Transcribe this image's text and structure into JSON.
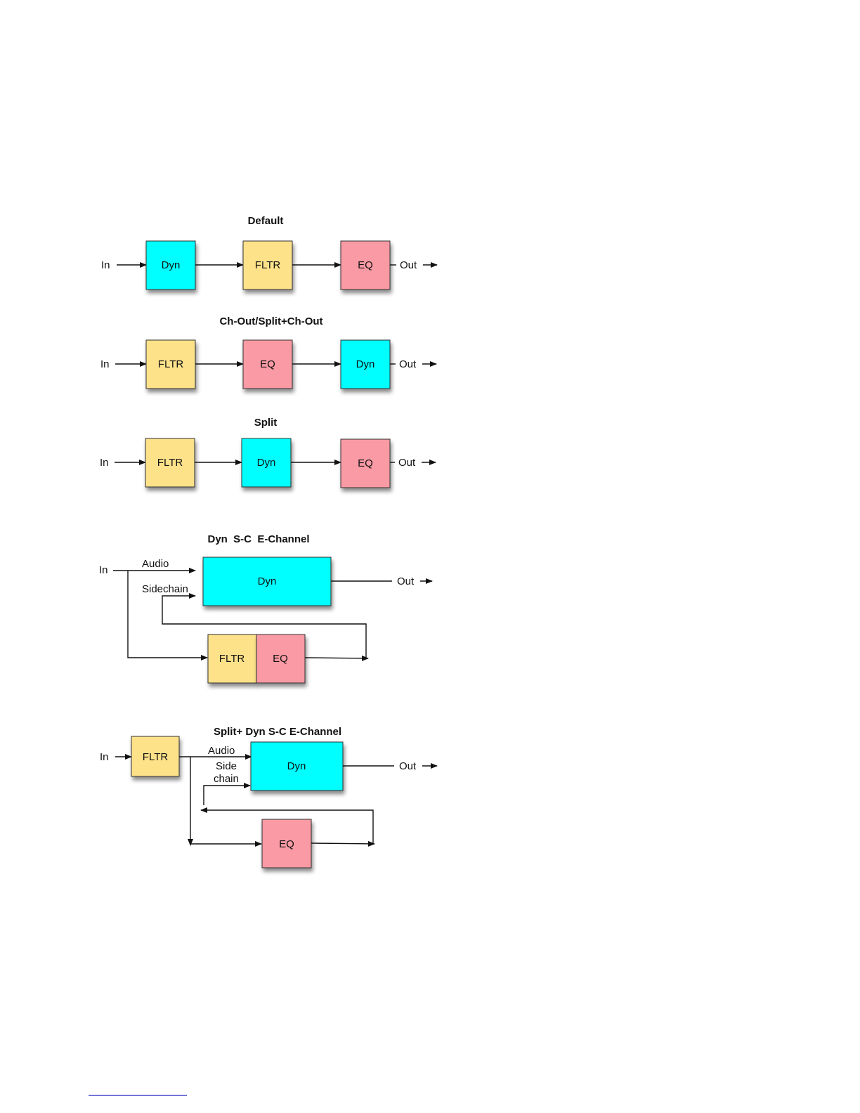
{
  "colors": {
    "dyn": "#00ffff",
    "fltr": "#fde28a",
    "eq": "#f99aa4",
    "line": "#111111",
    "footnote_rule": "#2020c0"
  },
  "labels": {
    "in": "In",
    "out": "Out",
    "dyn": "Dyn",
    "fltr": "FLTR",
    "eq": "EQ",
    "audio": "Audio",
    "sidechain": "Sidechain",
    "side": "Side",
    "chain": "chain"
  },
  "diagrams": [
    {
      "title": "Default",
      "chain": [
        "Dyn",
        "FLTR",
        "EQ"
      ]
    },
    {
      "title": "Ch-Out/Split+Ch-Out",
      "chain": [
        "FLTR",
        "EQ",
        "Dyn"
      ]
    },
    {
      "title": "Split",
      "chain": [
        "FLTR",
        "Dyn",
        "EQ"
      ]
    },
    {
      "title": "Dyn  S-C  E-Channel"
    },
    {
      "title": "Split+ Dyn S-C E-Channel"
    }
  ]
}
